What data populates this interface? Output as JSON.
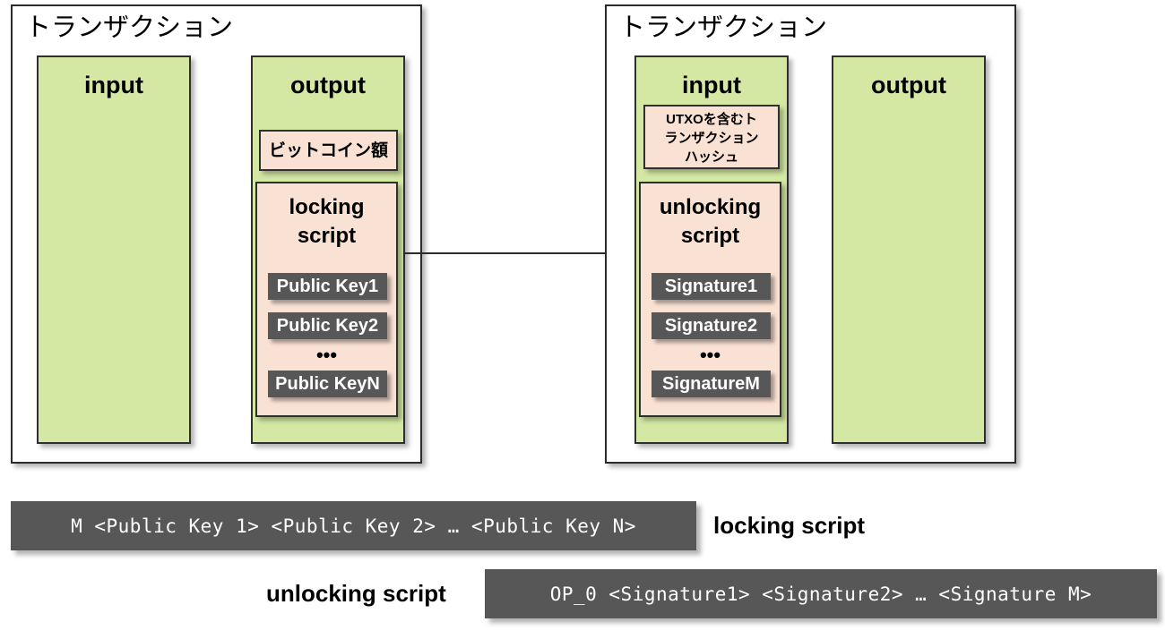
{
  "diagram": {
    "transactions": [
      {
        "title": "トランザクション",
        "columns": [
          {
            "label": "input"
          },
          {
            "label": "output",
            "amount_box": "ビットコイン額",
            "script_box": {
              "title_line1": "locking",
              "title_line2": "script",
              "chips": [
                "Public Key1",
                "Public Key2",
                "Public KeyN"
              ],
              "ellipsis": "•••"
            }
          }
        ]
      },
      {
        "title": "トランザクション",
        "columns": [
          {
            "label": "input",
            "hash_box_line1": "UTXOを含むト",
            "hash_box_line2": "ランザクション",
            "hash_box_line3": "ハッシュ",
            "script_box": {
              "title_line1": "unlocking",
              "title_line2": "script",
              "chips": [
                "Signature1",
                "Signature2",
                "SignatureM"
              ],
              "ellipsis": "•••"
            }
          },
          {
            "label": "output"
          }
        ]
      }
    ]
  },
  "scripts": {
    "locking": {
      "code": "M <Public Key 1> <Public Key 2> … <Public Key N>",
      "caption": "locking script"
    },
    "unlocking": {
      "code": "OP_0 <Signature1> <Signature2> … <Signature M>",
      "caption": "unlocking script"
    }
  },
  "colors": {
    "green": "#d4e8a4",
    "pink": "#f9e1d3",
    "chip": "#575757",
    "border": "#2f2f2f",
    "background": "#ffffff"
  }
}
